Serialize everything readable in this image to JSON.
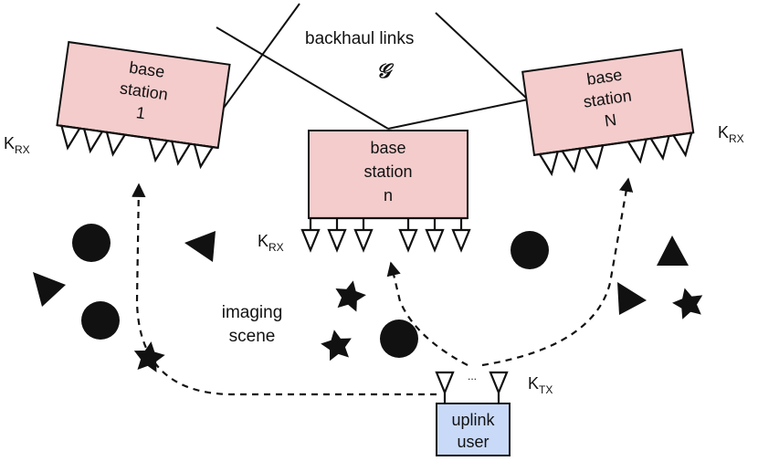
{
  "backhaul": {
    "label": "backhaul links",
    "symbol": "𝒢"
  },
  "stations": [
    {
      "line1": "base",
      "line2": "station",
      "line3": "1",
      "k_main": "K",
      "k_sub": "RX"
    },
    {
      "line1": "base",
      "line2": "station",
      "line3": "n",
      "k_main": "K",
      "k_sub": "RX"
    },
    {
      "line1": "base",
      "line2": "station",
      "line3": "N",
      "k_main": "K",
      "k_sub": "RX"
    }
  ],
  "scene": {
    "line1": "imaging",
    "line2": "scene"
  },
  "user": {
    "line1": "uplink",
    "line2": "user",
    "dots": "...",
    "k_main": "K",
    "k_sub": "TX"
  },
  "colors": {
    "station_fill": "#f4cccc",
    "user_fill": "#c9daf8",
    "stroke": "#111111"
  }
}
